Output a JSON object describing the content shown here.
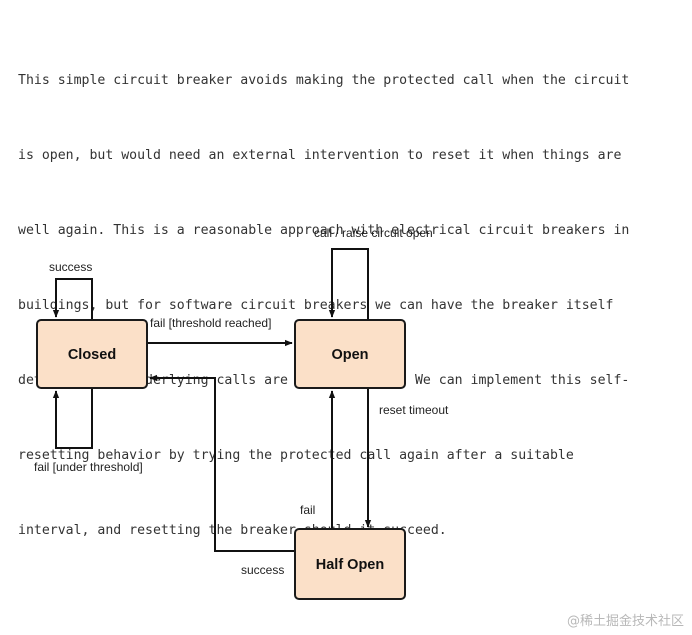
{
  "paragraph": {
    "lines": [
      "This simple circuit breaker avoids making the protected call when the circuit",
      "is open, but would need an external intervention to reset it when things are",
      "well again. This is a reasonable approach with electrical circuit breakers in",
      "buildings, but for software circuit breakers we can have the breaker itself",
      "detect if the underlying calls are working again. We can implement this self-",
      "resetting behavior by trying the protected call again after a suitable",
      "interval, and resetting the breaker should it succeed."
    ]
  },
  "diagram": {
    "states": {
      "closed": "Closed",
      "open": "Open",
      "half_open": "Half Open"
    },
    "transitions": {
      "closed_success": "success",
      "closed_to_open": "fail [threshold reached]",
      "closed_fail_under": "fail [under threshold]",
      "open_self": "call / raise circuit open",
      "open_reset_timeout": "reset timeout",
      "half_open_fail": "fail",
      "half_open_success": "success"
    }
  },
  "watermark": "@稀土掘金技术社区",
  "colors": {
    "state_fill": "#fbe0c8",
    "stroke": "#111111",
    "text": "#333333"
  }
}
